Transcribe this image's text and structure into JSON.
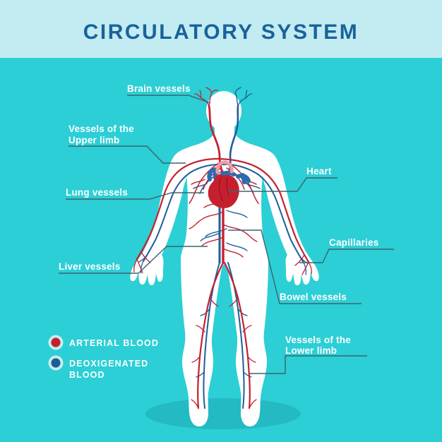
{
  "title": "CIRCULATORY SYSTEM",
  "labels": {
    "brain": "Brain vessels",
    "upper_limb_line1": "Vessels of the",
    "upper_limb_line2": "Upper limb",
    "lung": "Lung vessels",
    "heart": "Heart",
    "capillaries": "Capillaries",
    "liver": "Liver vessels",
    "bowel": "Bowel vessels",
    "lower_limb_line1": "Vessels of the",
    "lower_limb_line2": "Lower limb"
  },
  "legend": {
    "arterial": {
      "label": "ARTERIAL BLOOD",
      "color": "#c2212e"
    },
    "deoxygenated": {
      "label_line1": "DEOXIGENATED",
      "label_line2": "BLOOD",
      "color": "#1d5f94"
    },
    "ring_color": "#c8ecf2"
  },
  "colors": {
    "background": "#2bcfd5",
    "header_bg": "#c3ebf2",
    "title_text": "#19639a",
    "label_text": "#ffffff",
    "artery_red": "#c32232",
    "vein_blue": "#1e5f99",
    "heart_red": "#c5202e",
    "pulmonary_pink": "#ee9aa2",
    "pulmonary_blue": "#2b6cb0",
    "leader_line": "#3e646d",
    "body_fill": "#ffffff",
    "shadow": "#24bac3"
  }
}
